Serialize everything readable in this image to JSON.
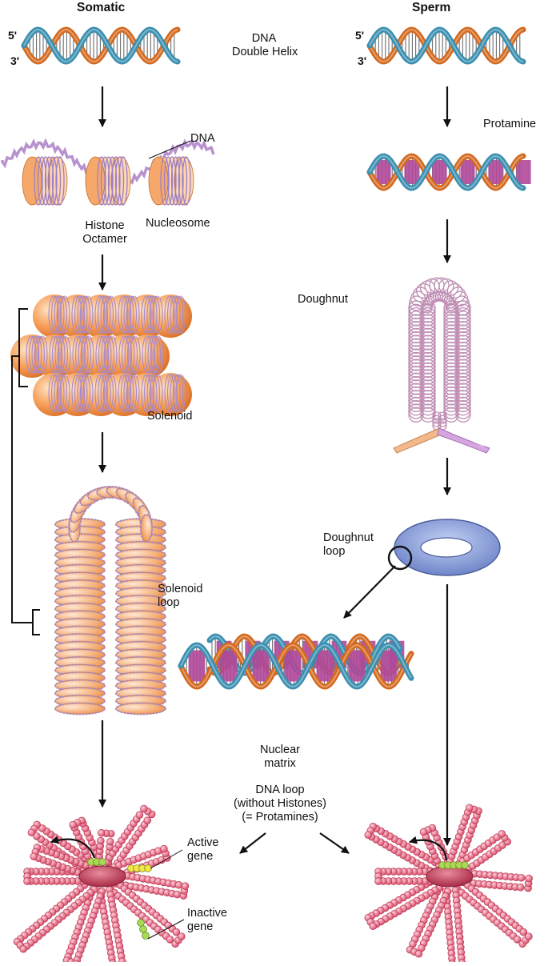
{
  "headers": {
    "somatic": "Somatic",
    "sperm": "Sperm"
  },
  "helix_ends": {
    "five_prime": "5'",
    "three_prime": "3'"
  },
  "labels": {
    "dna_double_helix": [
      "DNA",
      "Double Helix"
    ],
    "dna": "DNA",
    "protamine": "Protamine",
    "histone_octamer": [
      "Histone",
      "Octamer"
    ],
    "nucleosome": "Nucleosome",
    "doughnut": "Doughnut",
    "solenoid": "Solenoid",
    "solenoid_loop": [
      "Solenoid",
      "loop"
    ],
    "doughnut_loop": [
      "Doughnut",
      "loop"
    ],
    "nuclear_matrix": [
      "Nuclear",
      "matrix"
    ],
    "dna_loop": [
      "DNA loop",
      "(without Histones)",
      "(= Protamines)"
    ],
    "active_gene": [
      "Active",
      "gene"
    ],
    "inactive_gene": [
      "Inactive",
      "gene"
    ]
  },
  "colors": {
    "strand_orange": "#d4691e",
    "strand_blue": "#3a8fb0",
    "protamine": "#b0489a",
    "histone": "#f7a05a",
    "doughnut_loop": "#e7bfd8",
    "doughnut_ring": "#8fa4dc",
    "matrix_loop": "#dd4f6d",
    "active_gene": "#f1e64a",
    "inactive_gene": "#a6da57",
    "arrow": "#111111"
  }
}
